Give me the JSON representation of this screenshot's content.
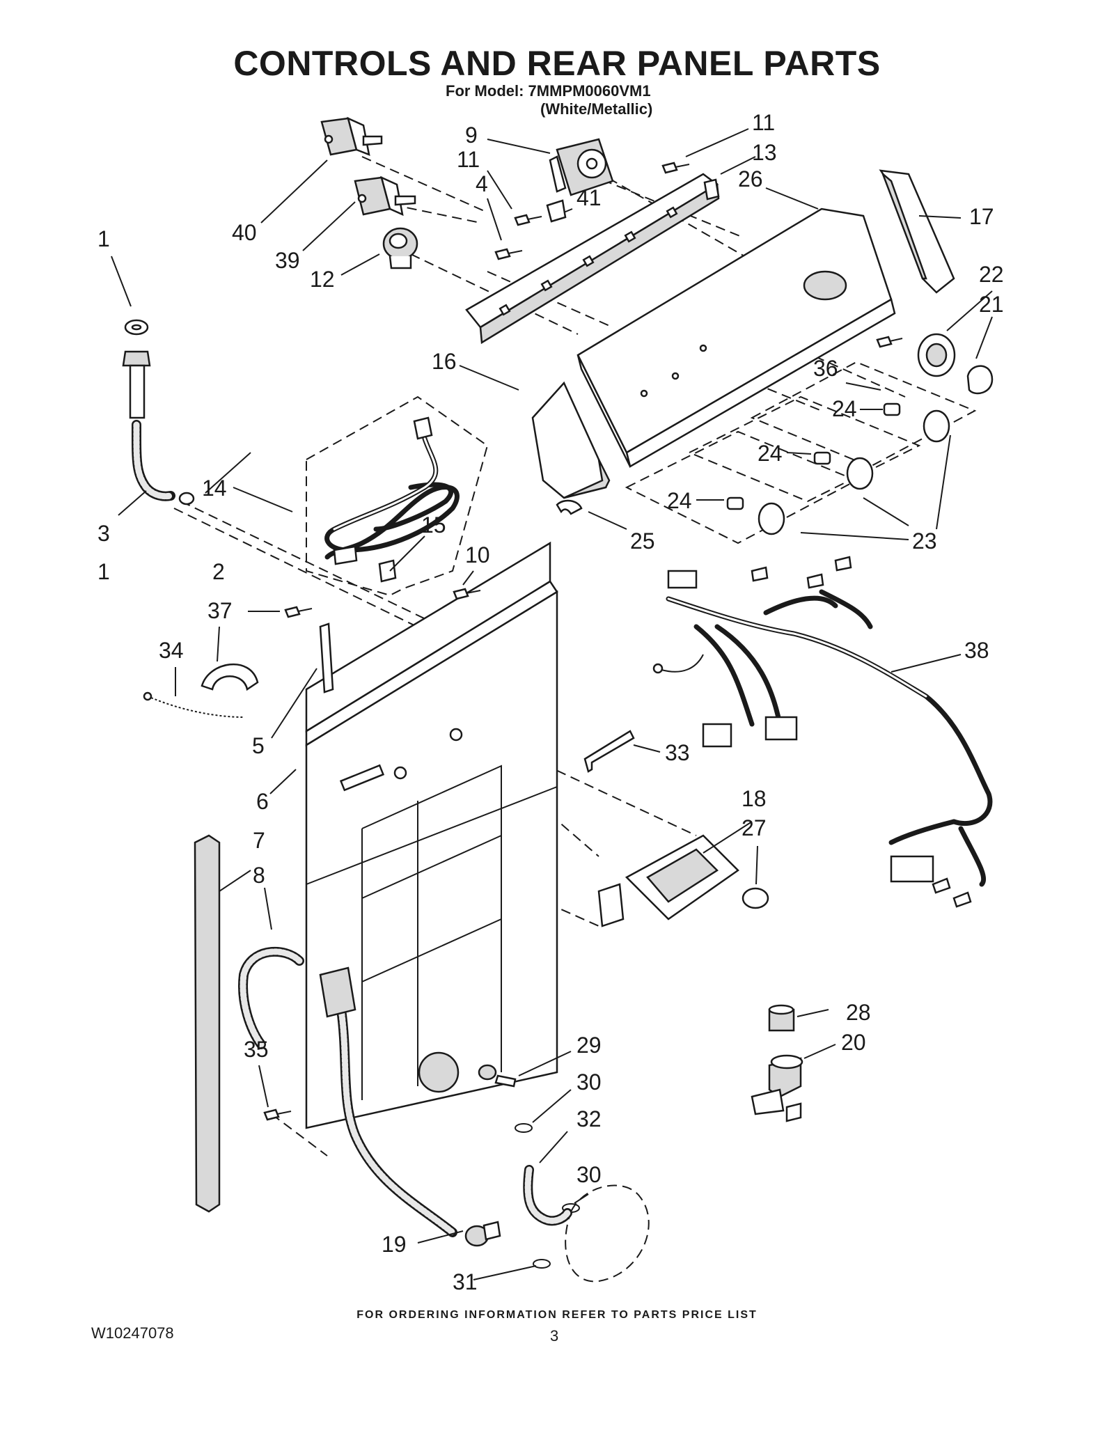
{
  "header": {
    "title": "CONTROLS AND REAR PANEL PARTS",
    "model_line": "For Model: 7MMPM0060VM1",
    "color_line": "(White/Metallic)"
  },
  "footer": {
    "ordering_note": "FOR ORDERING INFORMATION REFER TO PARTS PRICE LIST",
    "document_number": "W10247078",
    "page_number": "3"
  },
  "callouts": {
    "c1a": "1",
    "c1b": "1",
    "c2": "2",
    "c3": "3",
    "c4": "4",
    "c5": "5",
    "c6": "6",
    "c7": "7",
    "c8": "8",
    "c9": "9",
    "c10": "10",
    "c11a": "11",
    "c11b": "11",
    "c12": "12",
    "c13": "13",
    "c14": "14",
    "c15": "15",
    "c16": "16",
    "c17": "17",
    "c18": "18",
    "c19": "19",
    "c20": "20",
    "c21": "21",
    "c22": "22",
    "c23": "23",
    "c24a": "24",
    "c24b": "24",
    "c24c": "24",
    "c25": "25",
    "c26": "26",
    "c27": "27",
    "c28": "28",
    "c29": "29",
    "c30a": "30",
    "c30b": "30",
    "c31": "31",
    "c32": "32",
    "c33": "33",
    "c34": "34",
    "c35": "35",
    "c36": "36",
    "c37": "37",
    "c38": "38",
    "c39": "39",
    "c40": "40",
    "c41": "41"
  }
}
